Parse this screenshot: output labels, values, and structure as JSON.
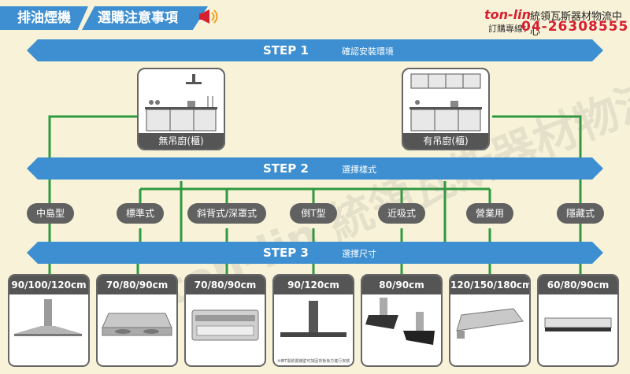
{
  "header": {
    "category": "排油煙機",
    "title": "選購注意事項",
    "brand_logo": "ton-lin",
    "brand_name": "統領瓦斯器材物流中心",
    "hotline_label": "訂購專線：",
    "hotline_number": "04-26308555"
  },
  "steps": [
    {
      "number": "STEP 1",
      "desc": "確認安裝環境"
    },
    {
      "number": "STEP 2",
      "desc": "選擇樣式"
    },
    {
      "number": "STEP 3",
      "desc": "選擇尺寸"
    }
  ],
  "kitchens": [
    {
      "label": "無吊廚(櫃)",
      "icon": "kitchen-no-cabinet-icon"
    },
    {
      "label": "有吊廚(櫃)",
      "icon": "kitchen-with-cabinet-icon"
    }
  ],
  "styles": [
    "中島型",
    "標準式",
    "斜背式/深罩式",
    "倒T型",
    "近吸式",
    "營業用",
    "隱藏式"
  ],
  "products": [
    {
      "size": "90/100/120cm",
      "icon": "island-hood-icon"
    },
    {
      "size": "70/80/90cm",
      "icon": "standard-hood-icon"
    },
    {
      "size": "70/80/90cm",
      "icon": "deep-hood-icon"
    },
    {
      "size": "90/120cm",
      "icon": "inverted-t-hood-icon",
      "note": "※倒T需裝置牆壁可加固背板後方進行安裝"
    },
    {
      "size": "80/90cm",
      "icon": "near-suction-hood-icon"
    },
    {
      "size": "120/150/180cm",
      "icon": "commercial-hood-icon"
    },
    {
      "size": "60/80/90cm",
      "icon": "hidden-hood-icon"
    }
  ],
  "watermark": "ton-lin 統領瓦斯器材物流中心",
  "colors": {
    "bar": "#3d8fd1",
    "line": "#2e9a3f",
    "pill": "#616161",
    "card_border": "#666666",
    "background": "#f8f2d8",
    "brand": "#d6202f"
  }
}
